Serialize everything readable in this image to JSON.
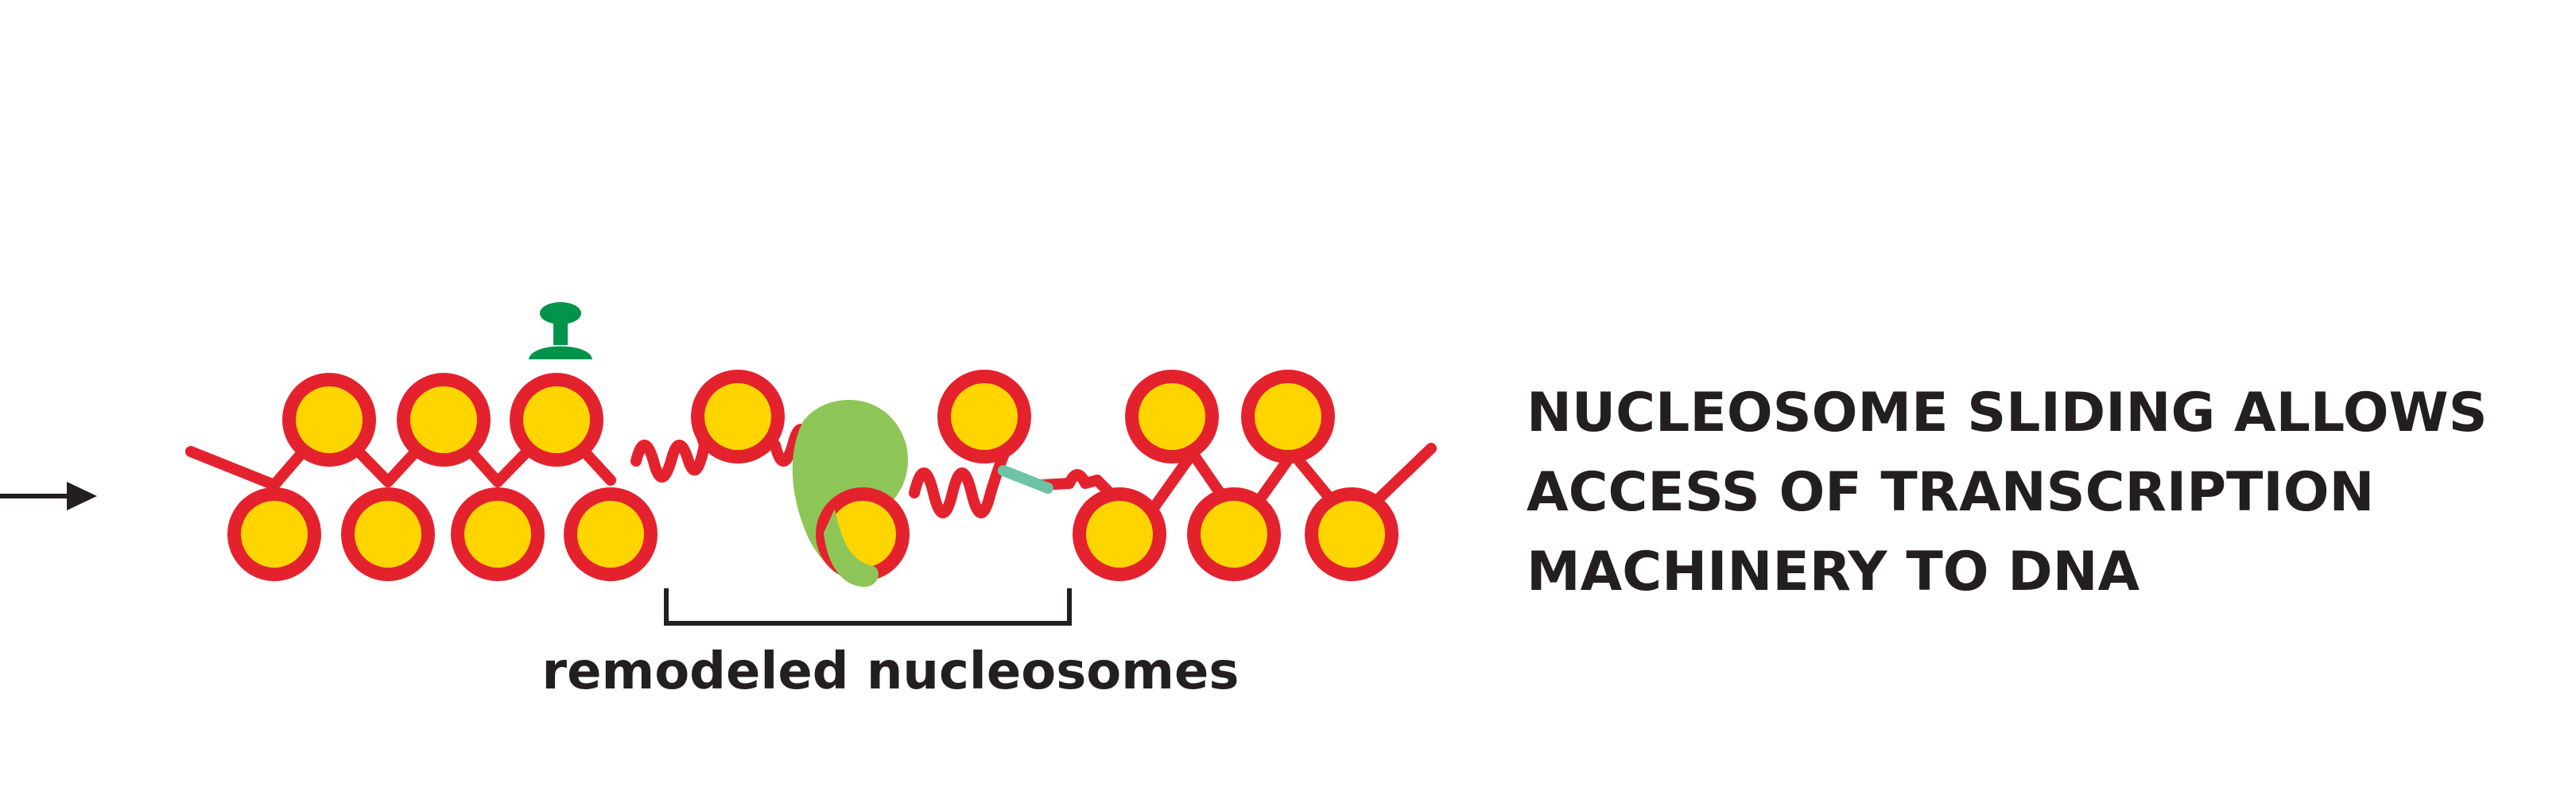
{
  "caption": {
    "line1": "NUCLEOSOME SLIDING ALLOWS",
    "line2": "ACCESS OF TRANSCRIPTION",
    "line3": "MACHINERY TO DNA"
  },
  "bracket_label": "remodeled nucleosomes",
  "colors": {
    "dna": "#e4222d",
    "histone_core": "#ffd500",
    "remodeling_complex": "#8dc657",
    "histone_mark": "#00934a",
    "exposed_dna": "#6cc3a8",
    "text": "#231f20"
  },
  "icons": {
    "arrow": "right-arrow-icon",
    "mark": "histone-mark-icon"
  }
}
